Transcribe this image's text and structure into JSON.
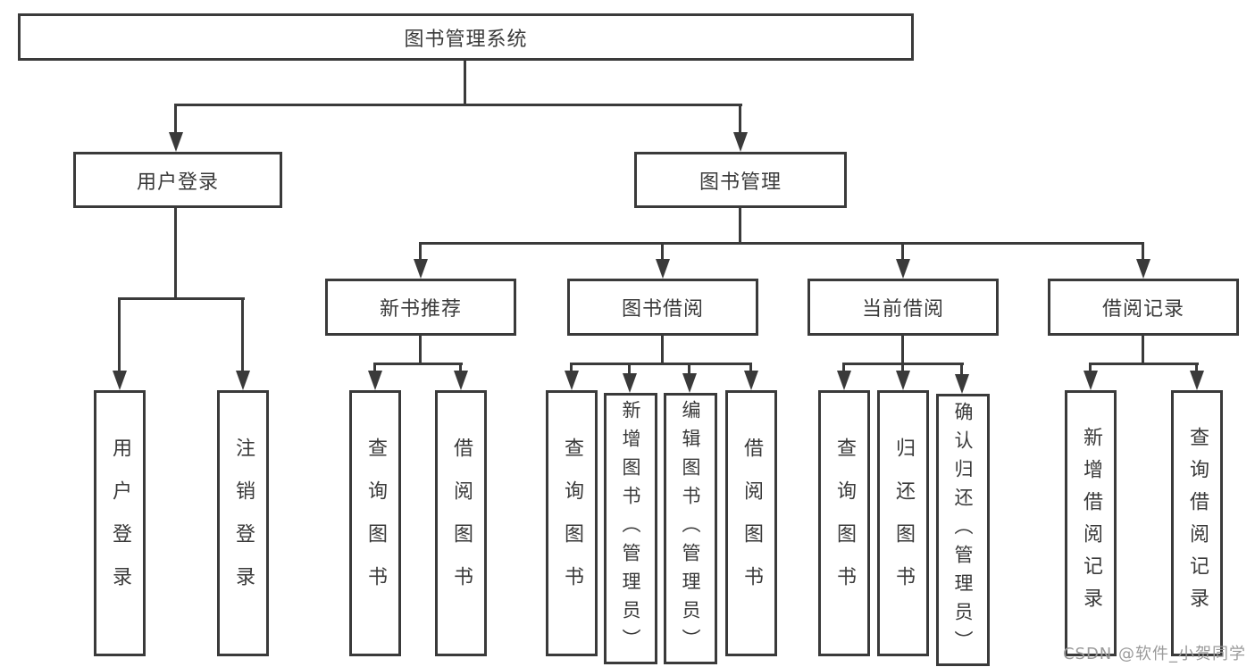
{
  "diagram_type": "hierarchy-tree",
  "colors": {
    "line": "#3a3a3a",
    "text": "#3a3a3a",
    "background": "#ffffff",
    "watermark": "#9a9a9a"
  },
  "watermark": {
    "text": "CSDN @软件_小贺同学"
  },
  "nodes": {
    "root": "图书管理系统",
    "branches": [
      {
        "label": "用户登录",
        "children": [
          "用户登录",
          "注销登录"
        ]
      },
      {
        "label": "图书管理",
        "subbranches": [
          {
            "label": "新书推荐",
            "children": [
              "查询图书",
              "借阅图书"
            ]
          },
          {
            "label": "图书借阅",
            "children": [
              "查询图书",
              "新增图书（管理员）",
              "编辑图书（管理员）",
              "借阅图书"
            ]
          },
          {
            "label": "当前借阅",
            "children": [
              "查询图书",
              "归还图书",
              "确认归还（管理员）"
            ]
          },
          {
            "label": "借阅记录",
            "children": [
              "新增借阅记录",
              "查询借阅记录"
            ]
          }
        ]
      }
    ]
  }
}
